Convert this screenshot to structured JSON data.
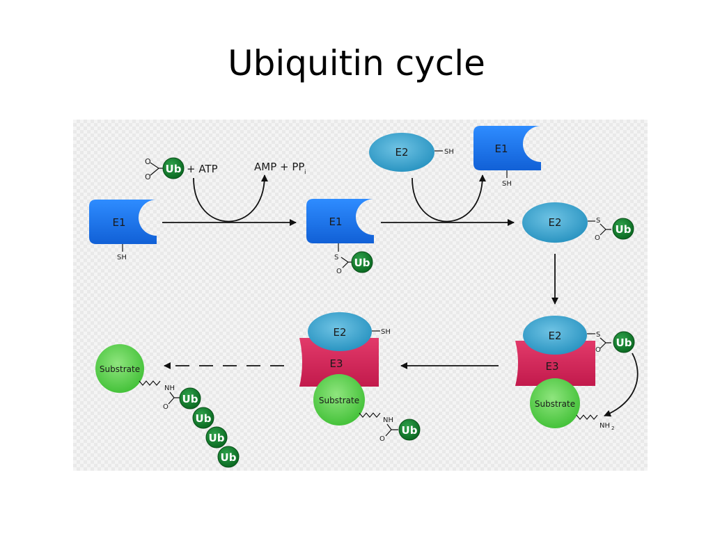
{
  "title": "Ubiquitin cycle",
  "labels": {
    "e1": "E1",
    "e2": "E2",
    "e3": "E3",
    "ub": "Ub",
    "sh": "SH",
    "s": "S",
    "o": "O",
    "nh": "NH",
    "nh2": "NH",
    "nh2_sub": "2",
    "substrate": "Substrate",
    "atp": "+ ATP",
    "amp": "AMP + PP",
    "amp_sub": "i"
  },
  "colors": {
    "e1": "#1a78f0",
    "e2": "#3aa6cf",
    "e3": "#d8265a",
    "ub": "#0f7a2a",
    "substrate": "#5fd34f"
  }
}
